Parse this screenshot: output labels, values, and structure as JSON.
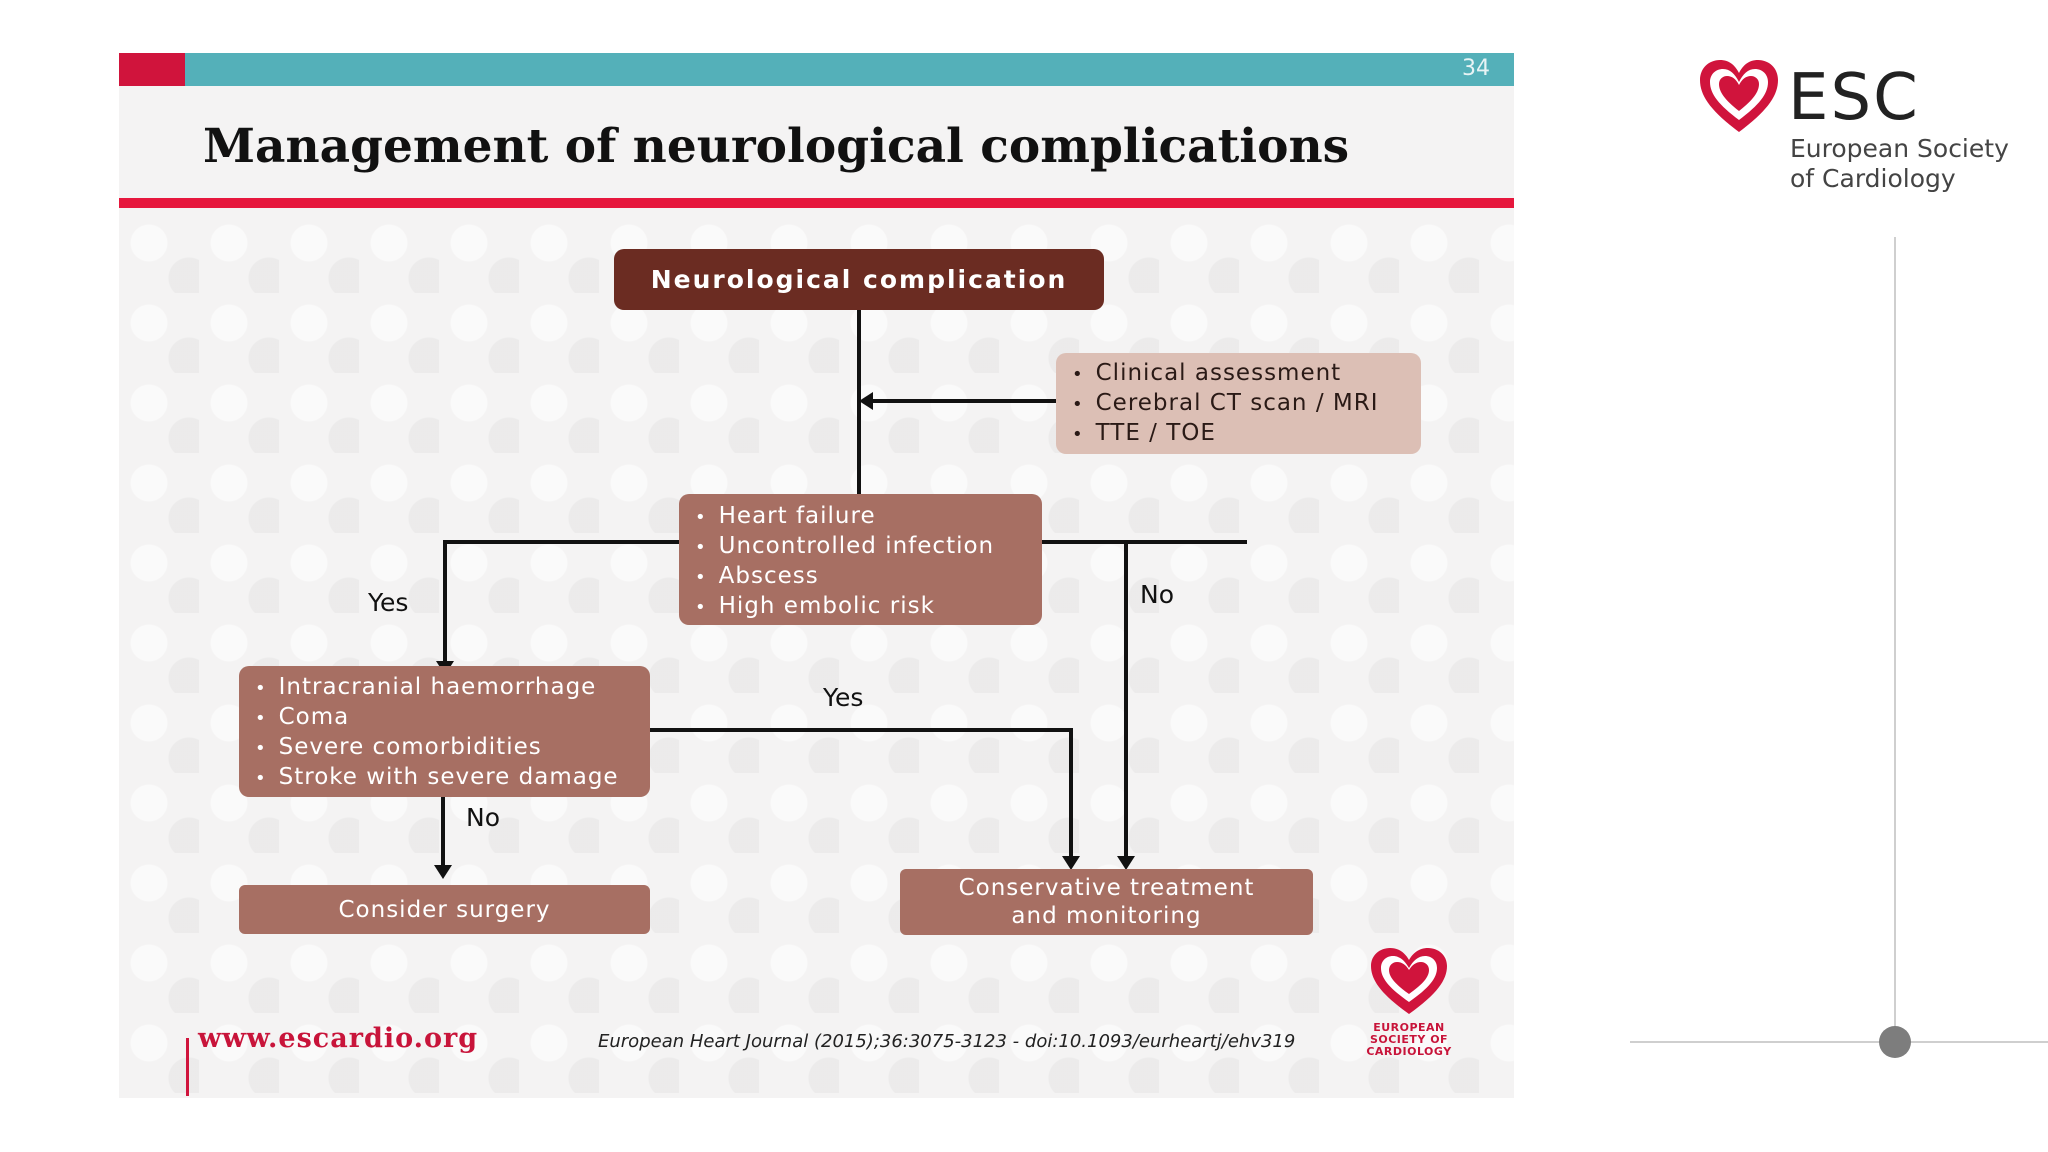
{
  "slide": {
    "number": "34",
    "title": "Management of neurological complications",
    "colors": {
      "accent_red": "#e6173d",
      "header_teal": "#54b0b9",
      "box_brown": "#a76f63",
      "box_dark": "#6b2c22",
      "box_light": "#dcbfb5"
    }
  },
  "flowchart": {
    "start": "Neurological complication",
    "assessment": [
      "Clinical assessment",
      "Cerebral CT scan / MRI",
      "TTE / TOE"
    ],
    "criteria": [
      "Heart failure",
      "Uncontrolled infection",
      "Abscess",
      "High embolic risk"
    ],
    "contraindications": [
      "Intracranial haemorrhage",
      "Coma",
      "Severe comorbidities",
      "Stroke with severe damage"
    ],
    "surgery": "Consider surgery",
    "conservative": [
      "Conservative treatment",
      "and monitoring"
    ],
    "labels": {
      "yes_left": "Yes",
      "no_right": "No",
      "yes_middle": "Yes",
      "no_bottom": "No"
    }
  },
  "footer": {
    "url": "www.escardio.org",
    "citation": "European Heart Journal (2015);36:3075-3123 - doi:10.1093/eurheartj/ehv319",
    "logo_text": [
      "EUROPEAN",
      "SOCIETY OF",
      "CARDIOLOGY"
    ],
    "logo_icon": "heart-icon"
  },
  "brand": {
    "acronym": "ESC",
    "name_line1": "European Society",
    "name_line2": "of Cardiology",
    "logo_icon": "heart-icon"
  }
}
